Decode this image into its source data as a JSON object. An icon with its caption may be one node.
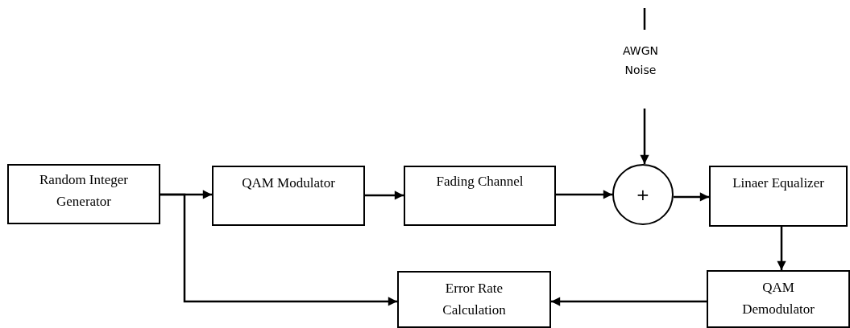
{
  "diagram": {
    "nodes": [
      {
        "text": [
          "AWGN Noise"
        ]
      },
      {
        "text": [
          "Random Integer Generator"
        ]
      },
      {
        "text": [
          "QAM Modulator"
        ]
      },
      {
        "text": [
          "Fading Channel"
        ]
      },
      {
        "text": [
          "+"
        ]
      },
      {
        "text": [
          "Linaer Equalizer"
        ]
      },
      {
        "text": [
          "QAM Demodulator"
        ]
      },
      {
        "text": [
          "Error Rate Calculation"
        ]
      }
    ],
    "edges": [
      {
        "from": null,
        "to": 0,
        "arrow": "none"
      },
      {
        "from": 0,
        "to": 4,
        "arrow": "to"
      },
      {
        "from": 1,
        "to": 2,
        "arrow": "to"
      },
      {
        "from": 1,
        "to": 7,
        "arrow": "to"
      },
      {
        "from": 2,
        "to": 3,
        "arrow": "to"
      },
      {
        "from": 3,
        "to": 4,
        "arrow": "to"
      },
      {
        "from": 4,
        "to": 5,
        "arrow": "to"
      },
      {
        "from": 5,
        "to": 6,
        "arrow": "to"
      },
      {
        "from": 6,
        "to": 7,
        "arrow": "to"
      }
    ]
  }
}
